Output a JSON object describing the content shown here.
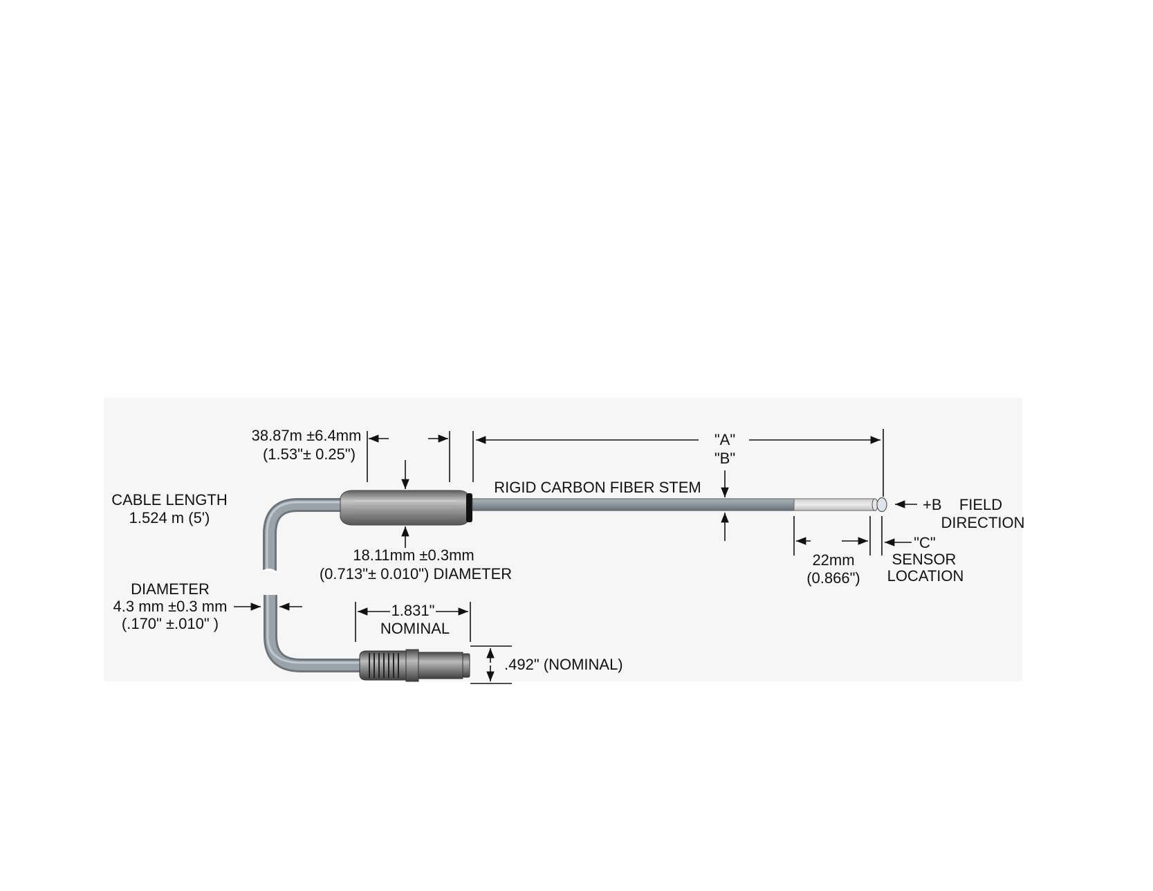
{
  "labels": {
    "handle_length_mm": "38.87m ±6.4mm",
    "handle_length_in": "(1.53\"± 0.25\")",
    "dim_a": "\"A\"",
    "dim_b": "\"B\"",
    "stem": "RIGID CARBON FIBER STEM",
    "cable_length_title": "CABLE LENGTH",
    "cable_length_value": "1.524 m (5')",
    "handle_diameter_mm": "18.11mm ±0.3mm",
    "handle_diameter_in": "(0.713\"± 0.010\") DIAMETER",
    "cable_diameter_title": "DIAMETER",
    "cable_diameter_mm": "4.3 mm ±0.3 mm",
    "cable_diameter_in": "(.170\" ±.010\" )",
    "connector_length": "1.831\"",
    "connector_length_note": "NOMINAL",
    "connector_diameter": ".492\" (NOMINAL)",
    "tip_length_mm": "22mm",
    "tip_length_in": "(0.866\")",
    "dim_c": "\"C\"",
    "sensor_1": "SENSOR",
    "sensor_2": "LOCATION",
    "field_b": "+B",
    "field_1": "FIELD",
    "field_2": "DIRECTION"
  },
  "colors": {
    "background": "#ffffff",
    "panel": "#f6f6f6",
    "cable": "#8e989e",
    "stem": "#8a959c",
    "metal_dark": "#6a6a6a",
    "metal_light": "#b9b9b9",
    "tip": "#dddddd",
    "line": "#111111"
  }
}
